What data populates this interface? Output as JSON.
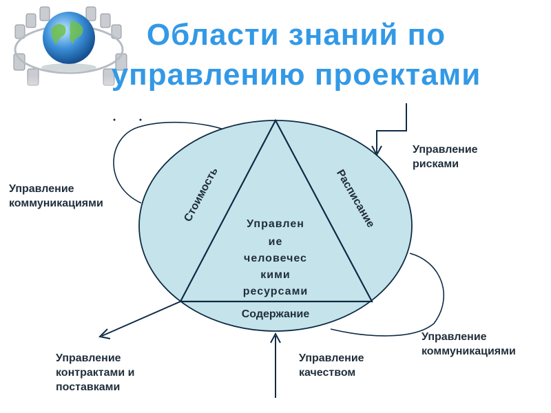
{
  "title": {
    "line1": "Области знаний по",
    "line2": "управлению проектами"
  },
  "triangle": {
    "left_side": "Стоимость",
    "right_side": "Расписание",
    "base": "Содержание",
    "center_lines": [
      "Управлен",
      "ие",
      "человечес",
      "кими",
      "ресурсами"
    ]
  },
  "labels": {
    "risk": [
      "Управление",
      "рисками"
    ],
    "comm_left": [
      "Управление",
      "коммуникациями"
    ],
    "comm_right": [
      "Управление",
      "коммуникациями"
    ],
    "contracts": [
      "Управление",
      "контрактами и",
      "поставками"
    ],
    "quality": [
      "Управление",
      "качеством"
    ]
  },
  "logo": {
    "icon": "globe-meeting-icon"
  },
  "colors": {
    "title": "#3399e6",
    "ellipse_fill": "#c5e3ea",
    "stroke": "#0d2a44",
    "text": "#1f2d3a"
  }
}
